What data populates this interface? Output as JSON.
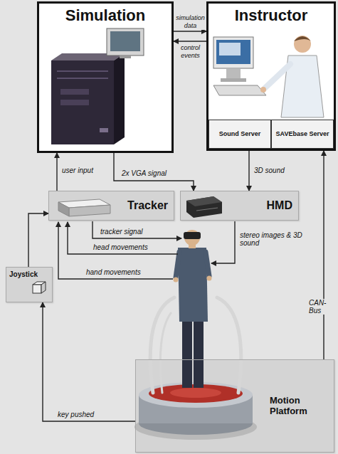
{
  "diagram": {
    "nodes": [
      {
        "text": [
          "Simulation"
        ]
      },
      {
        "text": [
          "Instructor"
        ]
      },
      {
        "text": [
          "Sound Server"
        ],
        "in": 1
      },
      {
        "text": [
          "SAVEbase Server"
        ],
        "in": 1
      },
      {
        "text": [
          "Tracker"
        ]
      },
      {
        "text": [
          "HMD"
        ]
      },
      {
        "text": [
          "Joystick"
        ]
      },
      {
        "text": [
          "Motion Platform"
        ]
      }
    ],
    "edges": [
      {
        "from": 0,
        "to": 1,
        "label": "simulation data",
        "arrow": "to"
      },
      {
        "from": 1,
        "to": 0,
        "label": "control events",
        "arrow": "to"
      },
      {
        "from": 0,
        "to": 5,
        "label": "2x VGA signal",
        "arrow": "to"
      },
      {
        "from": 1,
        "to": 5,
        "label": "3D sound",
        "arrow": "to"
      },
      {
        "from": 4,
        "to": 0,
        "label": "user input",
        "arrow": "to"
      },
      {
        "from": 6,
        "to": 4,
        "arrow": "to"
      },
      {
        "from": 7,
        "to": 6,
        "label": "key pushed",
        "arrow": "to"
      },
      {
        "from": 7,
        "to": 1,
        "label": "CAN-Bus",
        "arrow": "to"
      }
    ],
    "labels": [
      "tracker signal",
      "head movements",
      "hand movements",
      "stereo images & 3D sound"
    ]
  }
}
